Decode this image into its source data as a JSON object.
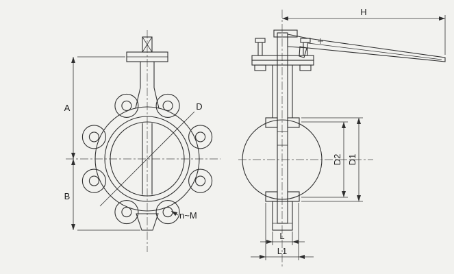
{
  "labels": {
    "dim_a": "A",
    "dim_b": "B",
    "dim_d": "D",
    "bolt_pattern_note": "n~M",
    "dim_h": "H",
    "dim_d1": "D1",
    "dim_d2": "D2",
    "dim_l": "L",
    "dim_l1": "L1"
  }
}
